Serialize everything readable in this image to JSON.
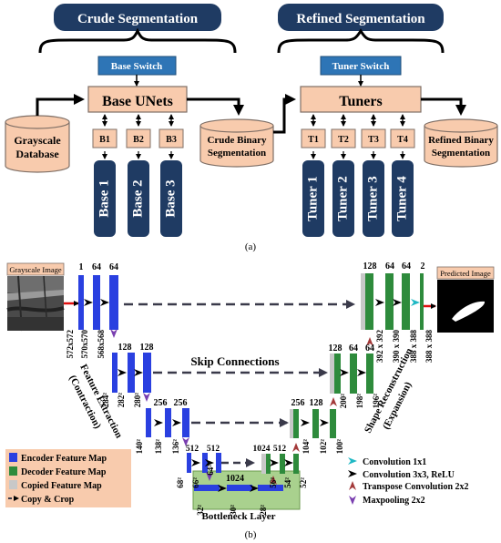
{
  "part_a": {
    "crude_title": "Crude Segmentation",
    "refined_title": "Refined Segmentation",
    "base_switch": "Base Switch",
    "tuner_switch": "Tuner Switch",
    "base_unets": "Base UNets",
    "tuners": "Tuners",
    "grayscale_db": [
      "Grayscale",
      "Database"
    ],
    "crude_binary": [
      "Crude Binary",
      "Segmentation"
    ],
    "refined_binary": [
      "Refined Binary",
      "Segmentation"
    ],
    "b_labels": [
      "B1",
      "B2",
      "B3"
    ],
    "base_names": [
      "Base 1",
      "Base 2",
      "Base 3"
    ],
    "t_labels": [
      "T1",
      "T2",
      "T3",
      "T4"
    ],
    "tuner_names": [
      "Tuner 1",
      "Tuner 2",
      "Tuner 3",
      "Tuner 4"
    ],
    "caption": "(a)"
  },
  "part_b": {
    "grayscale_image": "Grayscale Image",
    "predicted_image": "Predicted Image",
    "skip_connections": "Skip Connections",
    "feature_extraction": [
      "Feature Extraction",
      "(Contraction)"
    ],
    "shape_reconstruction": [
      "Shape Reconstruction",
      "(Expansion)"
    ],
    "bottleneck": "Bottleneck Layer",
    "enc_channels": {
      "l1": [
        "1",
        "64",
        "64"
      ],
      "l2": [
        "128",
        "128"
      ],
      "l3": [
        "256",
        "256"
      ],
      "l4": [
        "512",
        "512"
      ]
    },
    "enc_sizes": {
      "l1": [
        "572x572",
        "570x570",
        "568x568"
      ],
      "l2": [
        "284²",
        "282²",
        "280²"
      ],
      "l3": [
        "140²",
        "138²",
        "136²"
      ],
      "l4": [
        "68²",
        "66²",
        "64²"
      ]
    },
    "bottleneck_channels": [
      "1024",
      "1024"
    ],
    "bottleneck_sizes": [
      "32²",
      "30²",
      "28²"
    ],
    "dec_channels": {
      "l4": [
        "1024",
        "512",
        "512",
        "256"
      ],
      "l3": [
        "256",
        "128"
      ],
      "l2": [
        "128",
        "64",
        "64"
      ],
      "l1": [
        "128",
        "64",
        "64",
        "2"
      ]
    },
    "dec_sizes": {
      "l4": [
        "56²",
        "54²",
        "52²"
      ],
      "l3": [
        "104²",
        "102²",
        "100²"
      ],
      "l2": [
        "200²",
        "198²",
        "196²"
      ],
      "l1": [
        "392 x 392",
        "390 x 390",
        "388 x 388",
        "388 x 388"
      ]
    },
    "legend_left": [
      "Encoder Feature Map",
      "Decoder Feature Map",
      "Copied Feature Map",
      "Copy & Crop"
    ],
    "legend_right": [
      "Convolution 1x1",
      "Convolution 3x3, ReLU",
      "Transpose Convolution 2x2",
      "Maxpooling 2x2"
    ],
    "caption": "(b)"
  },
  "colors": {
    "navy": "#1f3b63",
    "switch_blue": "#2e75b6",
    "peach": "#f8cbad",
    "encoder_blue": "#2a40e0",
    "decoder_green": "#2e8b3c",
    "copied_gray": "#c8c8c8",
    "bottleneck_green": "#a9d18e",
    "teal": "#1fb8c4",
    "brown_red": "#a33a3a",
    "purple": "#7a3fb0",
    "red": "#e01010"
  }
}
